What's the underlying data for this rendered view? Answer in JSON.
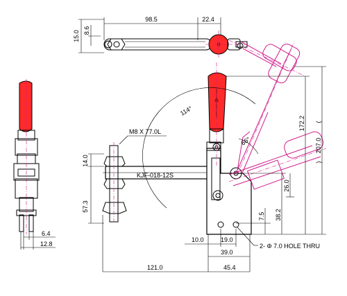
{
  "top_view": {
    "dims": [
      "15.0",
      "8.6",
      "98.5",
      "22.4"
    ]
  },
  "front_view": {
    "dims": [
      "6.4",
      "12.8"
    ]
  },
  "side_view": {
    "dims": [
      "14.0",
      "57.3",
      "10.0",
      "19.0",
      "39.0",
      "121.0",
      "45.4",
      "7.5",
      "38.2",
      "26.0",
      "172.2",
      "207.0",
      "114°",
      "66°"
    ],
    "labels": {
      "bolt": "M8 X 77.0L",
      "model": "KJF-018-12S",
      "hole": "2- Φ 7.0  HOLE THRU",
      "paren_open": "(",
      "paren_close": ")"
    }
  },
  "colors": {
    "handle": "#ff2a2a",
    "phantom": "#d01c8b",
    "line": "#000000"
  }
}
